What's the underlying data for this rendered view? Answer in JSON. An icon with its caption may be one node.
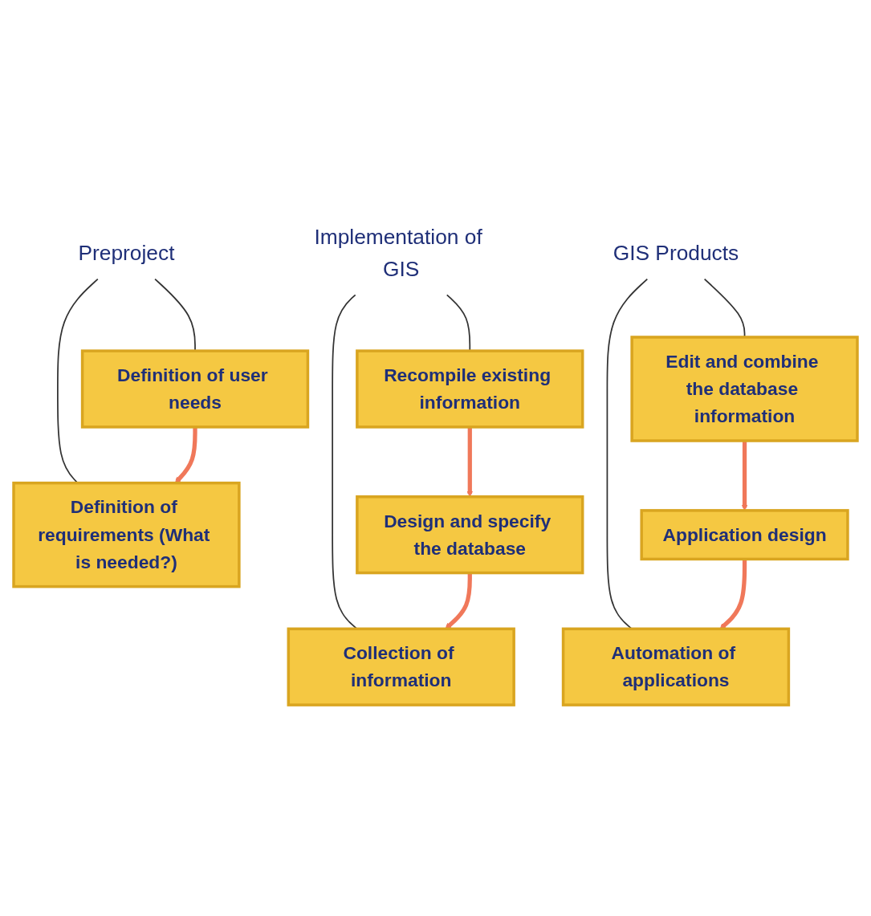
{
  "diagram": {
    "nodes": [
      {
        "text": [
          "Preproject"
        ]
      },
      {
        "text": [
          "Definition of user needs"
        ]
      },
      {
        "text": [
          "Definition of requirements (What is needed?)"
        ]
      },
      {
        "text": [
          "Implementation of GIS"
        ]
      },
      {
        "text": [
          "Recompile existing information"
        ]
      },
      {
        "text": [
          "Design and specify the database"
        ]
      },
      {
        "text": [
          "Collection of information"
        ]
      },
      {
        "text": [
          "GIS Products"
        ]
      },
      {
        "text": [
          "Edit and combine the database information"
        ]
      },
      {
        "text": [
          "Application design"
        ]
      },
      {
        "text": [
          "Automation of applications"
        ]
      }
    ],
    "edges": [
      {
        "from": 0,
        "to": 1,
        "arrow": "none"
      },
      {
        "from": 0,
        "to": 2,
        "arrow": "none"
      },
      {
        "from": 1,
        "to": 2,
        "arrow": "to",
        "style": "thick",
        "color": "#f0785a"
      },
      {
        "from": 3,
        "to": 4,
        "arrow": "none"
      },
      {
        "from": 3,
        "to": 6,
        "arrow": "none"
      },
      {
        "from": 4,
        "to": 5,
        "arrow": "to",
        "style": "thick",
        "color": "#f0785a"
      },
      {
        "from": 5,
        "to": 6,
        "arrow": "to",
        "style": "thick",
        "color": "#f0785a"
      },
      {
        "from": 7,
        "to": 8,
        "arrow": "none"
      },
      {
        "from": 7,
        "to": 10,
        "arrow": "none"
      },
      {
        "from": 8,
        "to": 9,
        "arrow": "to",
        "style": "thick",
        "color": "#f0785a"
      },
      {
        "from": 9,
        "to": 10,
        "arrow": "to",
        "style": "thick",
        "color": "#f0785a"
      }
    ]
  }
}
